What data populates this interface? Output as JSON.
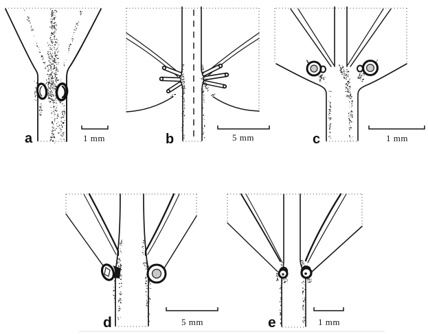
{
  "figure": {
    "description": "Botanical line-drawing figure of five stem/petiole nodes with glands",
    "background_color": "#ffffff",
    "ink_color": "#161616",
    "panel_count": 5
  },
  "panels": [
    {
      "id": "a",
      "label": "a",
      "scale_text": "1 mm"
    },
    {
      "id": "b",
      "label": "b",
      "scale_text": "5 mm"
    },
    {
      "id": "c",
      "label": "c",
      "scale_text": "1 mm"
    },
    {
      "id": "d",
      "label": "d",
      "scale_text": "5 mm"
    },
    {
      "id": "e",
      "label": "e",
      "scale_text": "1 mm"
    }
  ]
}
